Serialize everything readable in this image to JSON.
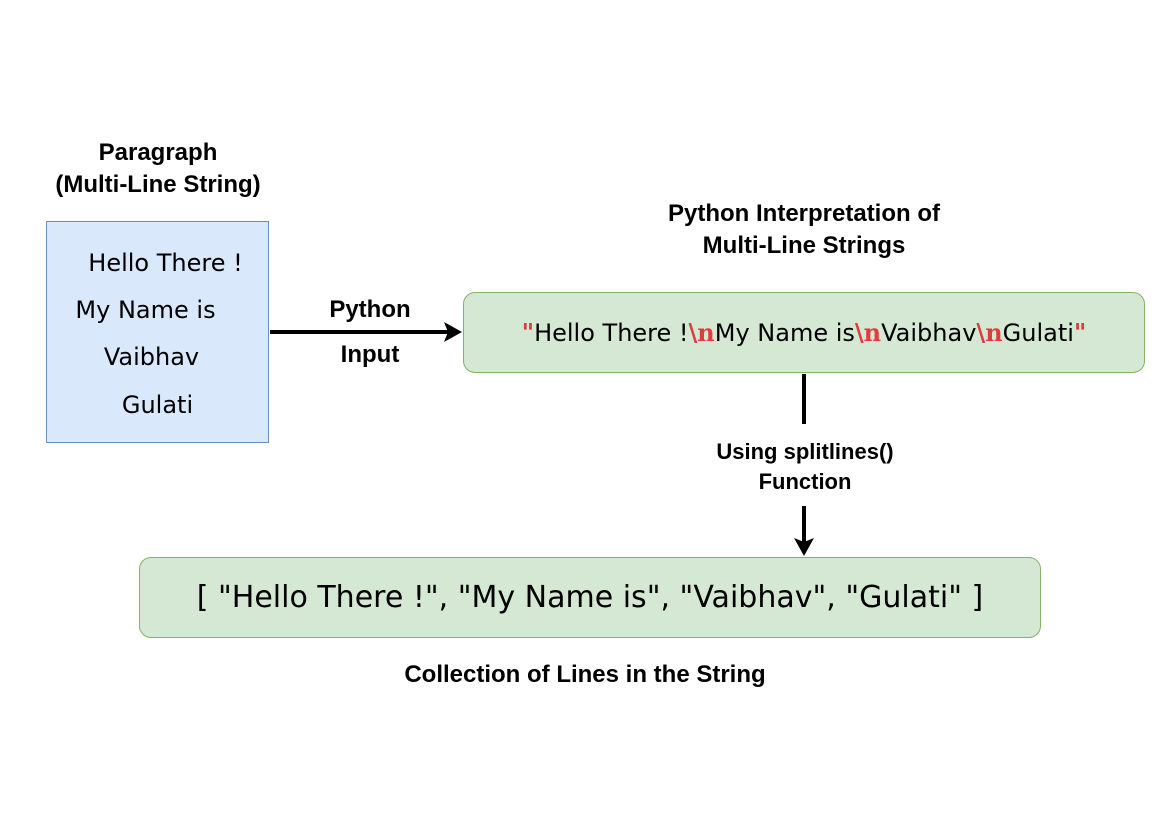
{
  "paragraph": {
    "title_line1": "Paragraph",
    "title_line2": "(Multi-Line String)",
    "lines": [
      "Hello There !",
      "My Name is",
      "Vaibhav",
      "Gulati"
    ]
  },
  "arrow_label": {
    "line1": "Python",
    "line2": "Input"
  },
  "interpretation": {
    "title_line1": "Python Interpretation of",
    "title_line2": "Multi-Line Strings",
    "quote": "\"",
    "newline": "\\n",
    "parts": [
      "Hello There !",
      "My Name is",
      "Vaibhav",
      "Gulati"
    ]
  },
  "function_label": {
    "line1": "Using splitlines()",
    "line2": "Function"
  },
  "result": {
    "text": "[ \"Hello There !\", \"My Name is\", \"Vaibhav\", \"Gulati\" ]",
    "caption": "Collection of Lines in the String"
  },
  "colors": {
    "paragraph_fill": "#dae8fc",
    "paragraph_stroke": "#6c8ebf",
    "green_fill": "#d5e8d4",
    "green_stroke": "#82b366",
    "escape_red": "#e03c3c"
  }
}
